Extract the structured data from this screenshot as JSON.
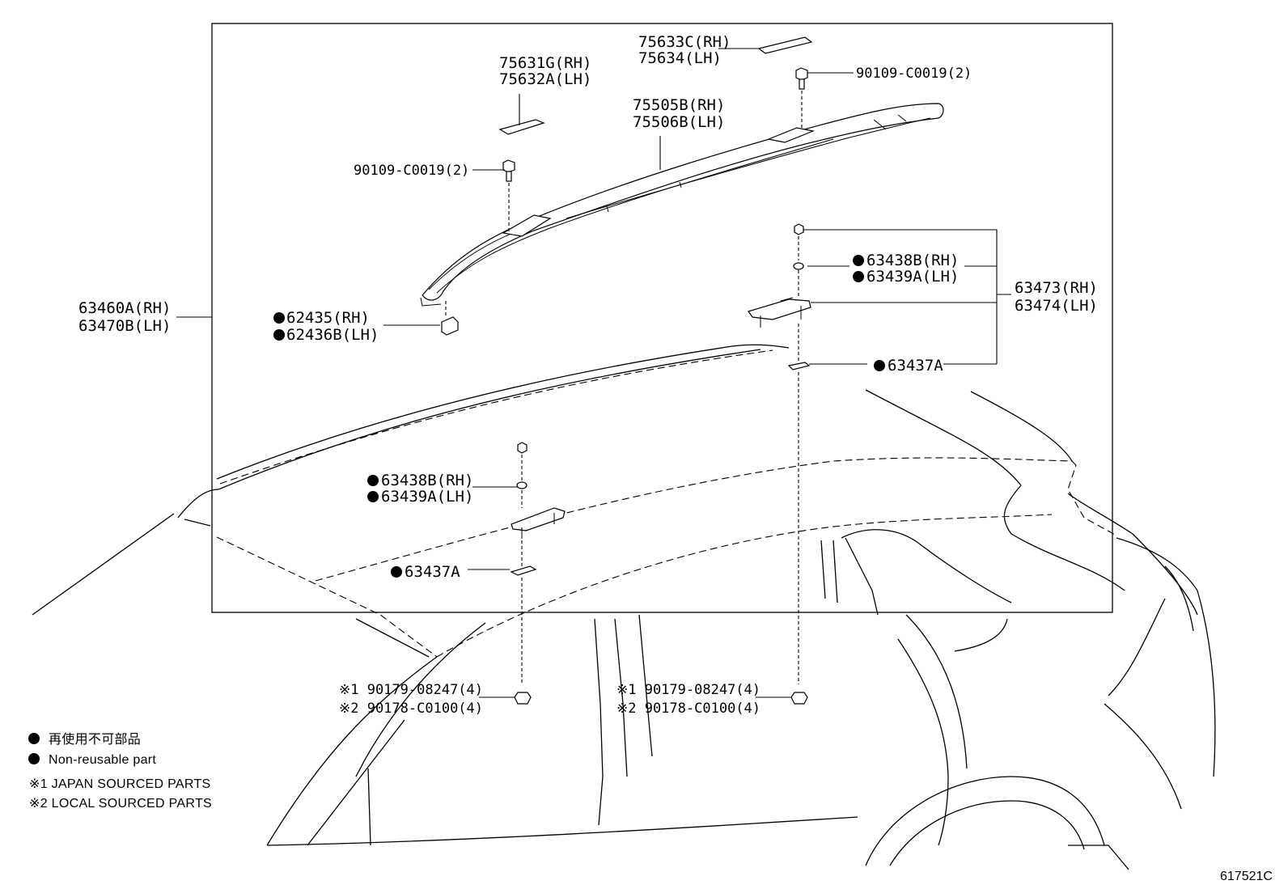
{
  "diagram": {
    "parts": {
      "rail_assy_rh": "63460A(RH)",
      "rail_assy_lh": "63470B(LH)",
      "rail_rh": "75505B(RH)",
      "rail_lh": "75506B(LH)",
      "cover_front_rh": "75631G(RH)",
      "cover_front_lh": "75632A(LH)",
      "cover_rear_rh": "75633C(RH)",
      "cover_rear_lh": "75634(LH)",
      "bolt_front": "90109-C0019(2)",
      "bolt_rear": "90109-C0019(2)",
      "end_cap_rh": "62435(RH)",
      "end_cap_lh": "62436B(LH)",
      "washer_rear_rh": "63438B(RH)",
      "washer_rear_lh": "63439A(LH)",
      "bracket_sub_rh": "63473(RH)",
      "bracket_sub_lh": "63474(LH)",
      "gasket_rear": "63437A",
      "washer_front_rh": "63438B(RH)",
      "washer_front_lh": "63439A(LH)",
      "gasket_front": "63437A",
      "nut_left_1": "※1 90179-08247(4)",
      "nut_left_2": "※2 90178-C0100(4)",
      "nut_right_1": "※1 90179-08247(4)",
      "nut_right_2": "※2 90178-C0100(4)"
    },
    "legend": {
      "non_reusable_jp": "再使用不可部品",
      "non_reusable_en": "Non-reusable part",
      "japan_sourced": "※1 JAPAN SOURCED PARTS",
      "local_sourced": "※2 LOCAL SOURCED PARTS"
    },
    "illustration_id": "617521C"
  }
}
